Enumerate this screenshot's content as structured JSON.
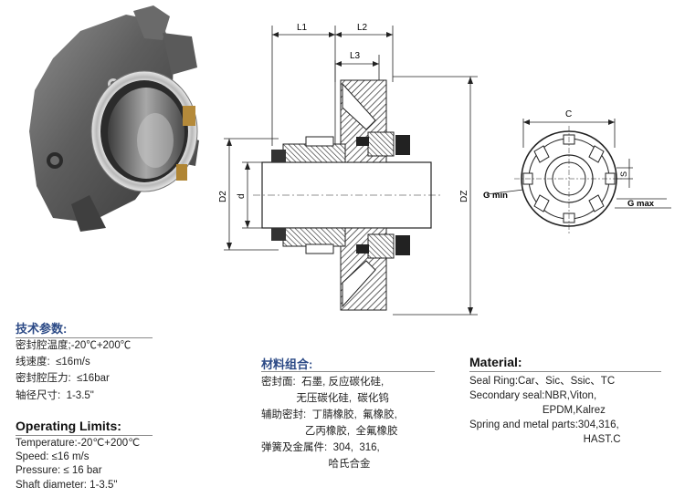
{
  "drawing_labels": {
    "L1": "L1",
    "L2": "L2",
    "L3": "L3",
    "D2": "D2",
    "d": "d",
    "DZ": "DZ",
    "C": "C",
    "S": "S",
    "G_min": "G min",
    "G_max": "G max"
  },
  "tech_params_cn": {
    "title": "技术参数:",
    "lines": [
      "密封腔温度;-20℃+200℃",
      "线速度:  ≤16m/s",
      "密封腔压力:  ≤16bar",
      "轴径尺寸:  1-3.5\""
    ]
  },
  "operating_limits": {
    "title": "Operating Limits:",
    "lines": [
      "Temperature:-20℃+200℃",
      "Speed: ≤16 m/s",
      "Pressure: ≤ 16 bar",
      "Shaft diameter: 1-3.5\""
    ]
  },
  "materials_cn": {
    "title": "材料组合:",
    "lines": [
      "密封面:  石墨, 反应碳化硅,",
      "            无压碳化硅,  碳化钨",
      "辅助密封:  丁腈橡胶,  氟橡胶,",
      "               乙丙橡胶,  全氟橡胶",
      "弹簧及金属件:  304,  316,",
      "                       哈氏合金"
    ]
  },
  "material_en": {
    "title": "Material:",
    "lines": [
      "Seal Ring:Car、Sic、Ssic、TC",
      "Secondary seal:NBR,Viton,",
      "                         EPDM,Kalrez",
      "Spring and metal parts:304,316,",
      "                                       HAST.C"
    ]
  },
  "colors": {
    "title_blue": "#2c4a86",
    "rule_gray": "#8a8a8a",
    "hatch": "#222222"
  }
}
